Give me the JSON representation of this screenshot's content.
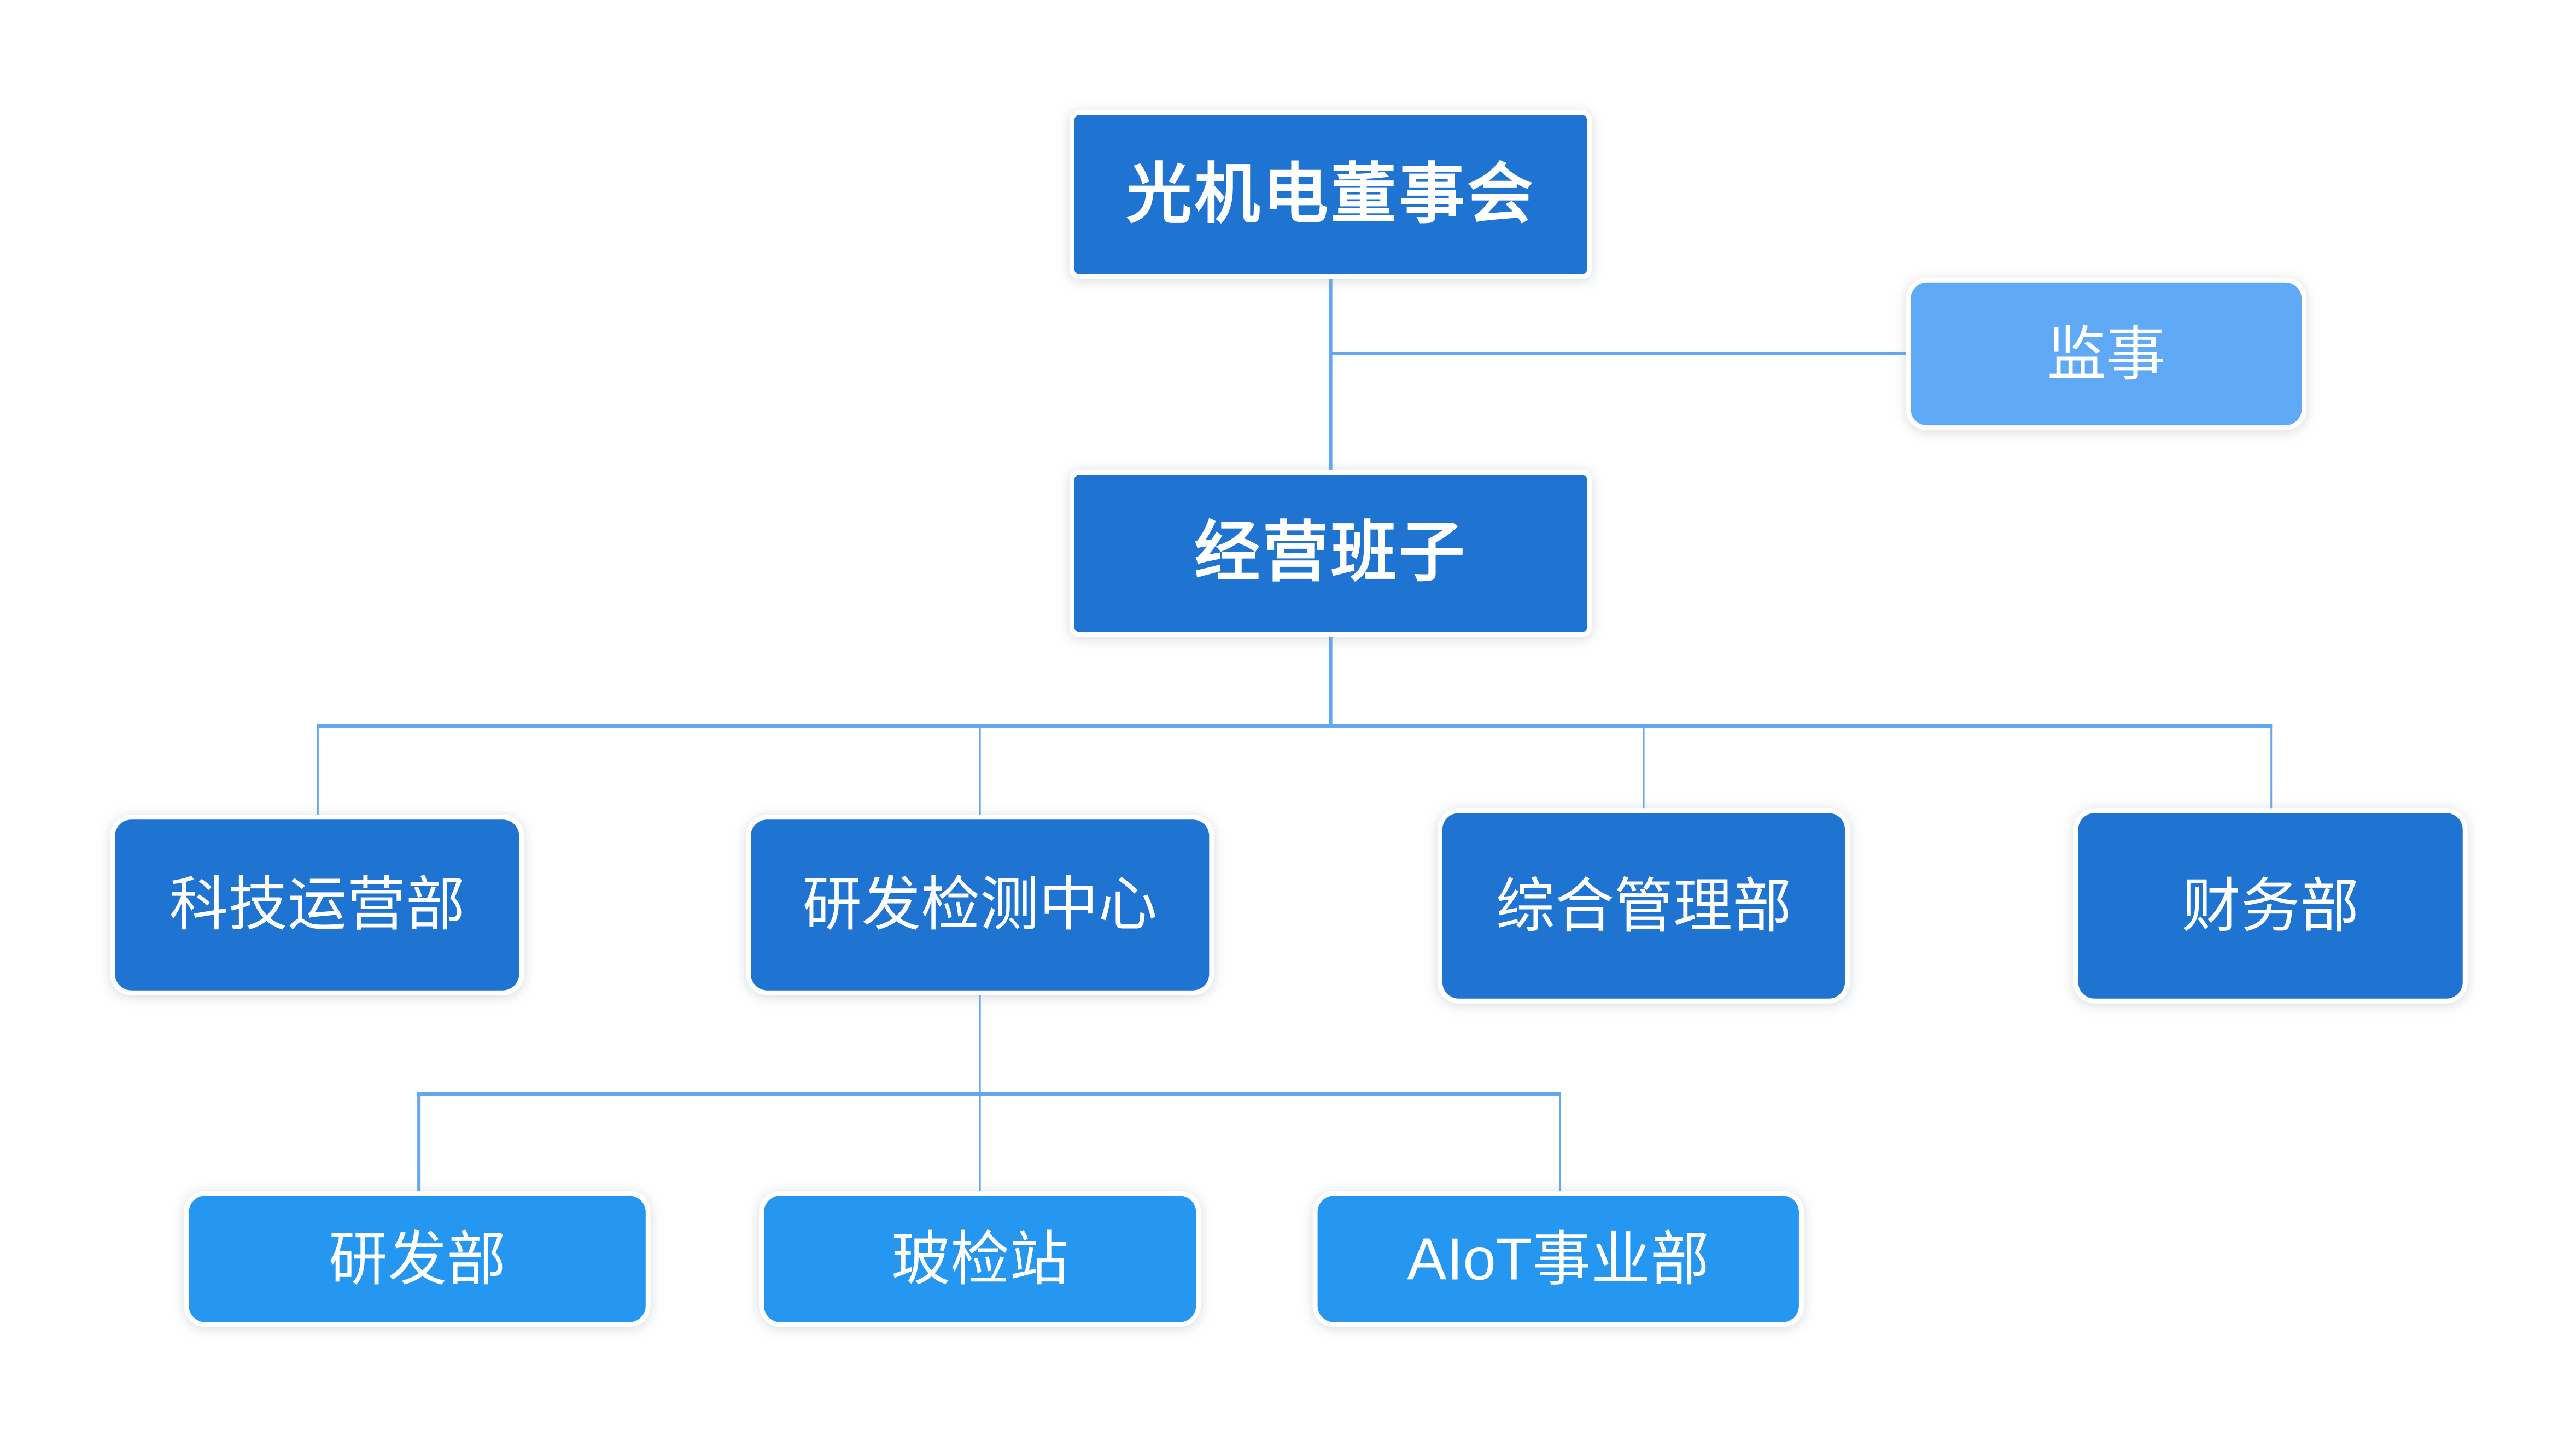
{
  "diagram": {
    "type": "org-chart",
    "tree": {
      "label": "光机电董事会",
      "aside": {
        "label": "监事"
      },
      "child": {
        "label": "经营班子",
        "children": [
          {
            "label": "科技运营部"
          },
          {
            "label": "研发检测中心",
            "children": [
              {
                "label": "研发部"
              },
              {
                "label": "玻检站"
              },
              {
                "label": "AIoT事业部"
              }
            ]
          },
          {
            "label": "综合管理部"
          },
          {
            "label": "财务部"
          }
        ]
      }
    }
  },
  "palette": {
    "node_dark_blue": "#1f74d2",
    "node_bright_blue": "#2697f0",
    "node_light_blue": "#5fa9f7",
    "connector_blue": "#63a7f2",
    "text_color": "#ffffff",
    "background": "#ffffff"
  }
}
